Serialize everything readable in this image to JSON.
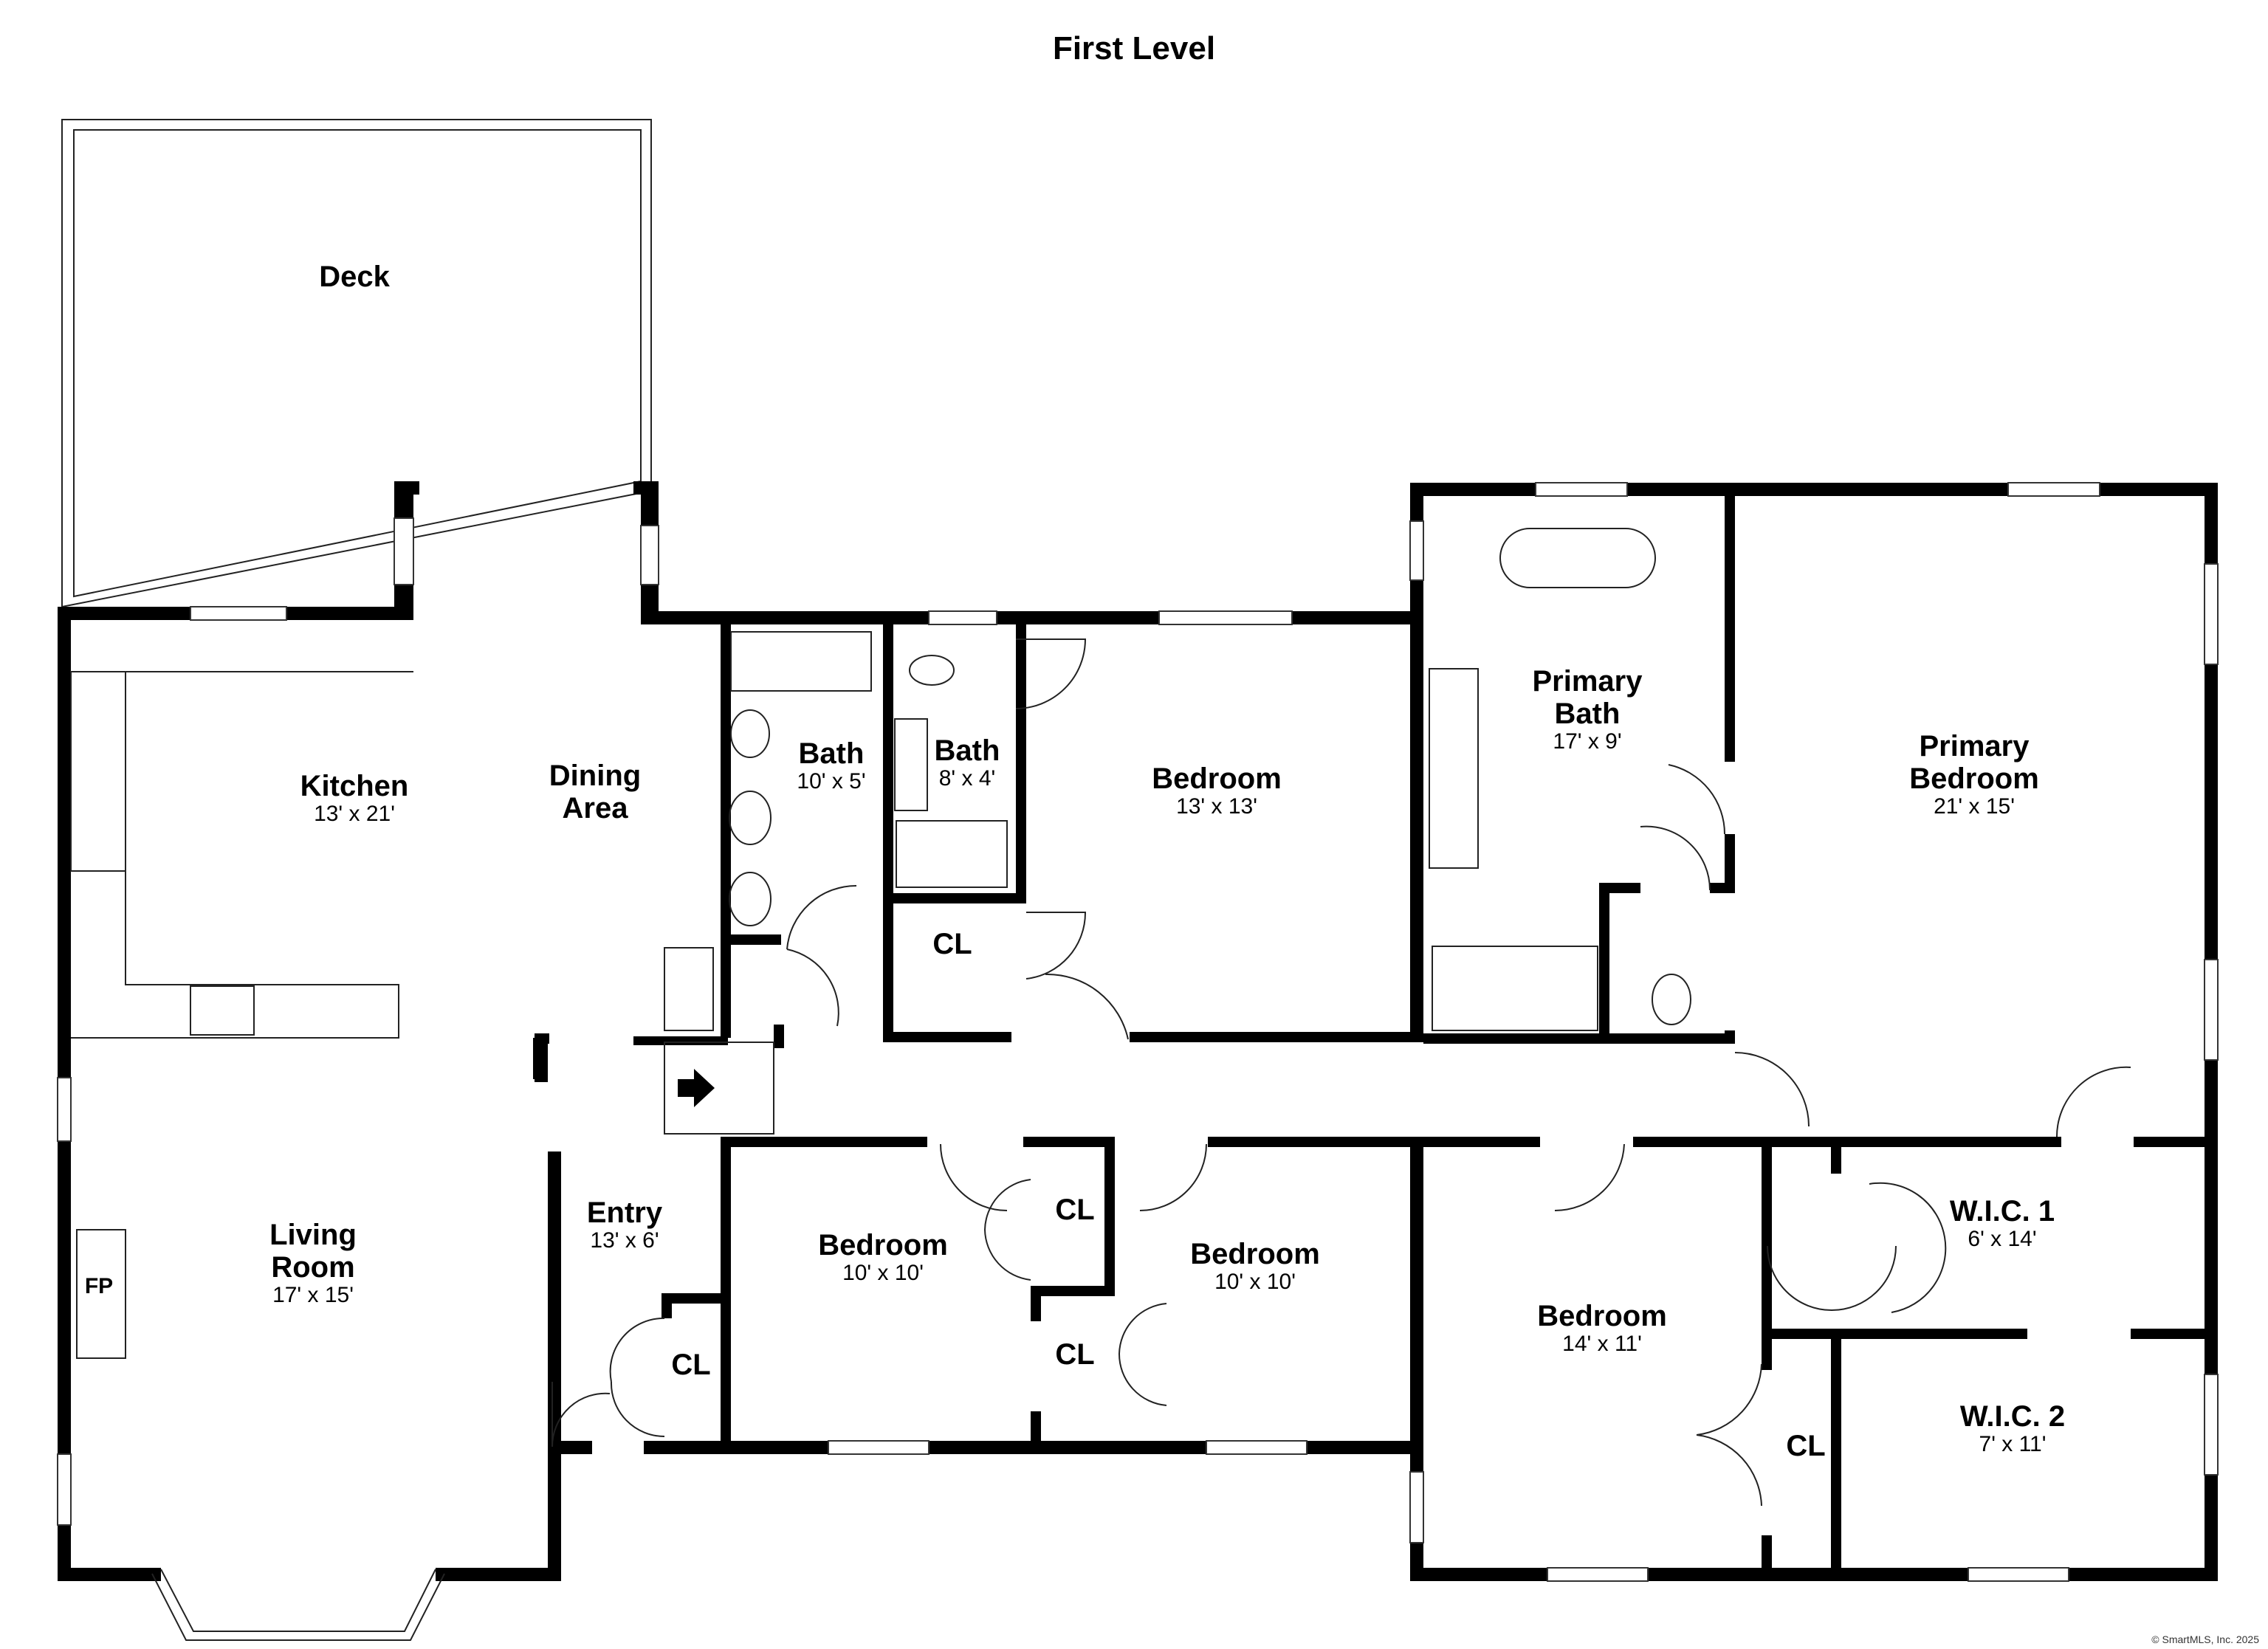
{
  "plan": {
    "title": "First Level",
    "copyright": "© SmartMLS, Inc. 2025",
    "rooms": {
      "deck": {
        "name": "Deck"
      },
      "kitchen": {
        "name": "Kitchen",
        "dim": "13' x 21'"
      },
      "dining": {
        "name_line1": "Dining",
        "name_line2": "Area"
      },
      "bath1": {
        "name": "Bath",
        "dim": "10' x 5'"
      },
      "bath2": {
        "name": "Bath",
        "dim": "8' x 4'"
      },
      "bedroom_nc": {
        "name": "Bedroom",
        "dim": "13' x 13'"
      },
      "primary_bath": {
        "name_line1": "Primary",
        "name_line2": "Bath",
        "dim": "17' x 9'"
      },
      "primary_bedroom": {
        "name_line1": "Primary",
        "name_line2": "Bedroom",
        "dim": "21' x 15'"
      },
      "living": {
        "name_line1": "Living",
        "name_line2": "Room",
        "dim": "17' x 15'"
      },
      "entry": {
        "name": "Entry",
        "dim": "13' x 6'"
      },
      "bedroom_sw": {
        "name": "Bedroom",
        "dim": "10' x 10'"
      },
      "bedroom_sc": {
        "name": "Bedroom",
        "dim": "10' x 10'"
      },
      "bedroom_se": {
        "name": "Bedroom",
        "dim": "14' x 11'"
      },
      "wic1": {
        "name": "W.I.C. 1",
        "dim": "6' x 14'"
      },
      "wic2": {
        "name": "W.I.C. 2",
        "dim": "7' x 11'"
      }
    },
    "closets": {
      "cl_hall": "CL",
      "cl_mid": "CL",
      "cl_sc": "CL",
      "cl_entry": "CL",
      "cl_se": "CL"
    },
    "fireplace": "FP"
  }
}
